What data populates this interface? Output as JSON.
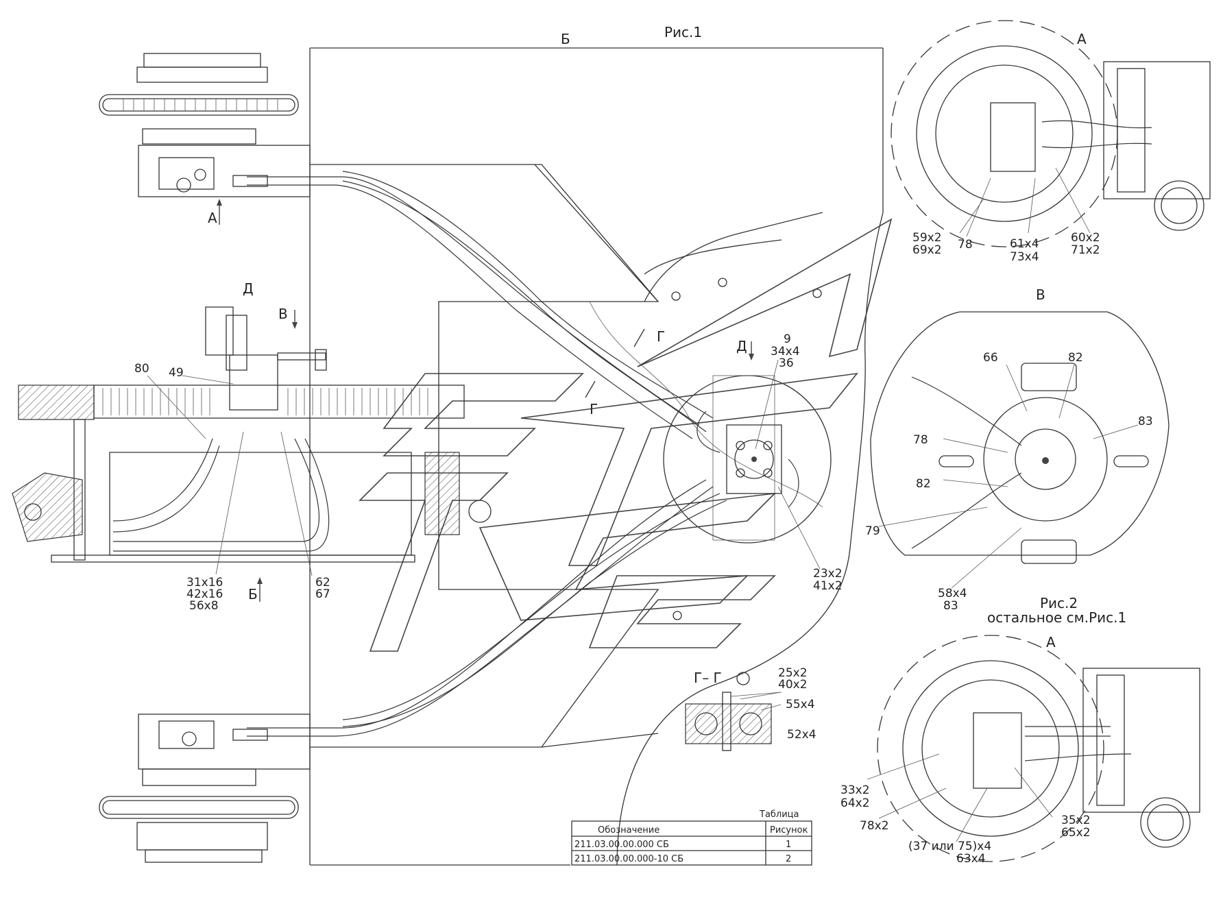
{
  "figure_titles": {
    "fig1": "Рис.1",
    "fig2": "Рис.2",
    "fig2_note": "остальное  см.Рис.1"
  },
  "views": {
    "b_top": "Б",
    "a_top": "А",
    "a_left": "А",
    "d_left": "Д",
    "v_left": "В",
    "b_bottom": "Б",
    "d_center": "Д",
    "g_upper": "Г",
    "g_lower": "Г",
    "v_right": "В",
    "a_bottom_right": "А",
    "section_gg": "Г– Г"
  },
  "callouts": {
    "c59_69": [
      "59х2",
      "69х2"
    ],
    "c78_top": "78",
    "c61_73": [
      "61х4",
      "73х4"
    ],
    "c60_71": [
      "60х2",
      "71х2"
    ],
    "c80": "80",
    "c49": "49",
    "c9_34_36": [
      "9",
      "34х4",
      "36"
    ],
    "c31_42_56": [
      "31х16",
      "42х16",
      "56х8"
    ],
    "c62_67": [
      "62",
      "67"
    ],
    "c23_41": [
      "23х2",
      "41х2"
    ],
    "c66": "66",
    "c82_top": "82",
    "c83": "83",
    "c78_mid": "78",
    "c82_left": "82",
    "c79": "79",
    "c58_83": [
      "58х4",
      "83"
    ],
    "c25_40": [
      "25х2",
      "40х2"
    ],
    "c55": "55х4",
    "c52": "52х4",
    "c33_64": [
      "33х2",
      "64х2"
    ],
    "c78_bot": "78х2",
    "c35_65": [
      "35х2",
      "65х2"
    ],
    "c37_75_63": [
      "(37 или 75)х4",
      "63х4"
    ]
  },
  "table": {
    "caption": "Таблица",
    "headers": [
      "Обозначение",
      "Рисунок"
    ],
    "rows": [
      {
        "designation": "211.03.00.00.000 СБ",
        "figure": "1"
      },
      {
        "designation": "211.03.00.00.000-10 СБ",
        "figure": "2"
      }
    ]
  }
}
